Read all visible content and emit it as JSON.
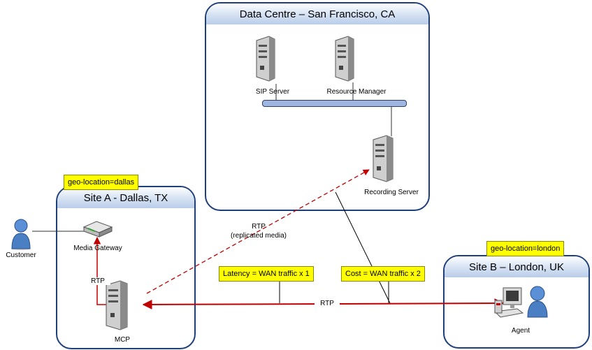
{
  "regions": {
    "datacentre": "Data Centre – San Francisco, CA",
    "site_a": "Site A - Dallas, TX",
    "site_b": "Site B – London, UK"
  },
  "tags": {
    "dallas": "geo-location=dallas",
    "london": "geo-location=london",
    "latency": "Latency = WAN traffic x 1",
    "cost": "Cost = WAN traffic x 2"
  },
  "devices": {
    "sip_server": "SIP Server",
    "resource_manager": "Resource Manager",
    "recording_server": "Recording Server",
    "media_gateway": "Media Gateway",
    "customer": "Customer",
    "mcp": "MCP",
    "agent": "Agent"
  },
  "links": {
    "rtp_replicated_line1": "RTP",
    "rtp_replicated_line2": "(replicated media)",
    "rtp_gateway": "RTP",
    "rtp_agent": "RTP"
  },
  "colors": {
    "region_border": "#1f3f7a",
    "header_gradient_end": "#b9cde9",
    "tag_fill": "#ffff00",
    "rtp_line": "#c00000",
    "bus": "#9fb6e0"
  },
  "icons": {
    "server": "server-tower-icon",
    "gateway": "media-gateway-icon",
    "person": "person-icon",
    "workstation": "agent-workstation-icon"
  }
}
